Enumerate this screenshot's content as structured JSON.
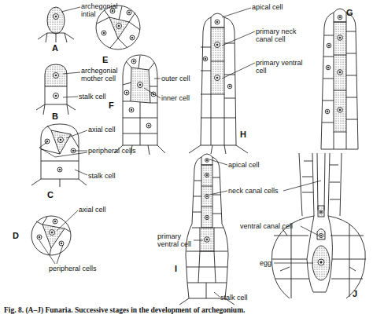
{
  "diagram": {
    "caption": "Fig. 8. (A–J) Funaria. Successive stages in the development of archegonium.",
    "labels": [
      "archegonial intial",
      "A",
      "archegonial mother cell",
      "stalk cell",
      "B",
      "axial cell",
      "peripheral cells",
      "stalk cell",
      "C",
      "axial cell",
      "peripheral cells",
      "D",
      "E",
      "outer cell",
      "inner cell",
      "F",
      "apical cell",
      "primary neck canal cell",
      "primary ventral cell",
      "H",
      "G",
      "apical cell",
      "neck canal cells",
      "primary ventral cell",
      "stalk cell",
      "I",
      "ventral canal cell",
      "egg",
      "J"
    ]
  }
}
